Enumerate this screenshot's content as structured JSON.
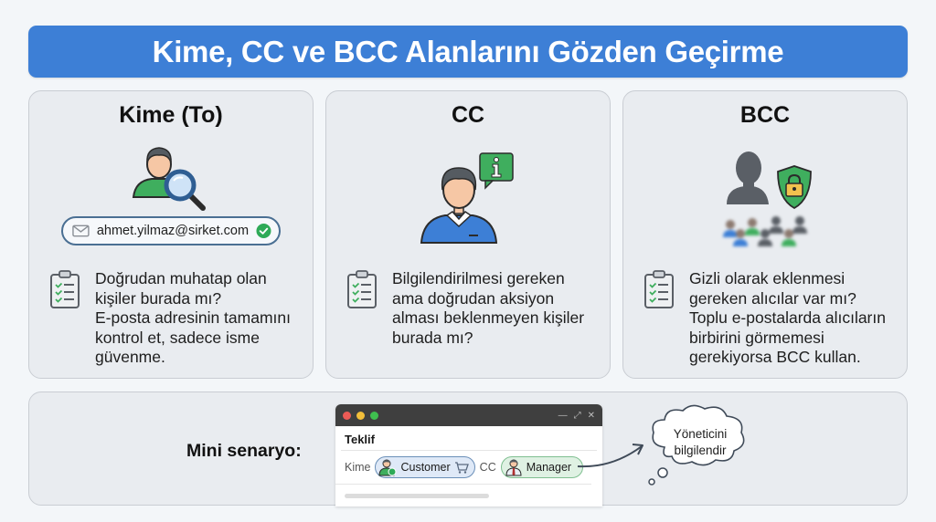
{
  "header": {
    "title": "Kime, CC ve BCC Alanlarını Gözden Geçirme"
  },
  "cards": [
    {
      "title": "Kime (To)",
      "icon": "person-magnifier-icon",
      "email_field": {
        "value": "ahmet.yilmaz@sirket.com",
        "status_icon": "check-circle-icon",
        "status_color": "#2eaa57"
      },
      "question": "Doğrudan muhatap olan kişiler burada mı?",
      "detail": "E-posta adresinin tamamını kontrol et, sadece isme güvenme."
    },
    {
      "title": "CC",
      "icon": "person-info-icon",
      "question": "Bilgilendirilmesi gereken ama doğrudan aksiyon alması beklenmeyen kişiler burada mı?",
      "detail": ""
    },
    {
      "title": "BCC",
      "icon": "hidden-person-shield-icon",
      "question": "Gizli olarak eklenmesi gereken alıcılar var mı?",
      "detail": "Toplu e-postalarda alıcıların birbirini görmemesi gerekiyorsa BCC kullan."
    }
  ],
  "scenario": {
    "label": "Mini senaryo:",
    "window": {
      "subject": "Teklif",
      "to_label": "Kime",
      "to_chip": "Customer",
      "cc_label": "CC",
      "cc_chip": "Manager"
    },
    "thought": {
      "line1": "Yöneticini",
      "line2": "bilgilendir"
    }
  },
  "colors": {
    "banner": "#3d7fd6",
    "card_bg": "#e9ecf0",
    "green": "#3fae5e",
    "blue": "#3d7fd6",
    "dark_gray": "#5a5f66"
  }
}
